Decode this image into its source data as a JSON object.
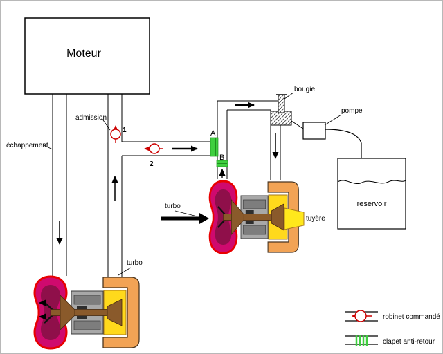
{
  "diagram": {
    "moteur": "Moteur",
    "admission": "admission",
    "echappement": "échappement",
    "turbo_left": "turbo",
    "turbo_right": "turbo",
    "bougie": "bougie",
    "pompe": "pompe",
    "reservoir": "reservoir",
    "tuyere": "tuyère",
    "valve1": "1",
    "valve2": "2",
    "point_a": "A",
    "point_b": "B"
  },
  "legend": {
    "robinet": "robinet commandé",
    "clapet": "clapet anti-retour"
  },
  "colors": {
    "valve_red": "#cc0000",
    "check_green": "#3fcf3f",
    "volute_magenta": "#cf0a6e",
    "volute_outline_red": "#e80000",
    "housing_gray": "#a8a8a8",
    "compressor_orange": "#f2a355",
    "wheel_yellow": "#ffd91c",
    "shaft_brown": "#8a5a2b"
  }
}
